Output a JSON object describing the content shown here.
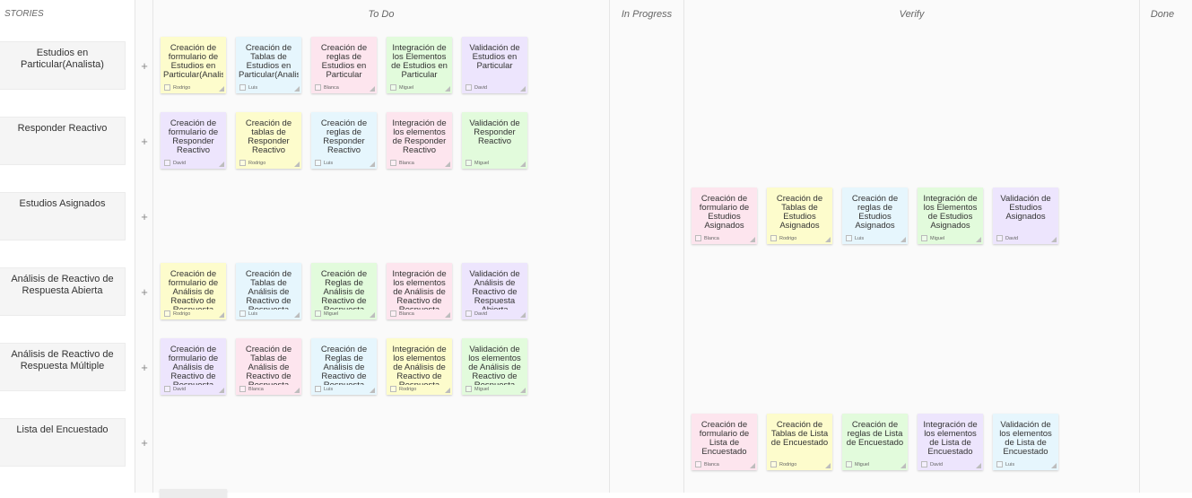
{
  "board": {
    "stories_header": "STORIES",
    "columns": {
      "todo": "To Do",
      "in_progress": "In Progress",
      "verify": "Verify",
      "done": "Done"
    },
    "plus_symbol": "+"
  },
  "colors": {
    "yellow": "#fdfccc",
    "blue": "#e6f6fd",
    "pink": "#fde5ee",
    "green": "#e2fbdc",
    "purple": "#ede5fd"
  },
  "stories": [
    {
      "title": "Estudios en Particular(Analista)",
      "todo": [
        {
          "title": "Creación de formulario de Estudios en Particular(Analista)",
          "owner": "Rodrigo",
          "color": "yellow"
        },
        {
          "title": "Creación de Tablas de Estudios en Particular(Analista)",
          "owner": "Luis",
          "color": "blue"
        },
        {
          "title": "Creación de reglas de Estudios en Particular",
          "owner": "Blanca",
          "color": "pink"
        },
        {
          "title": "Integración de los Elementos de Estudios en Particular",
          "owner": "Miguel",
          "color": "green"
        },
        {
          "title": "Validación de Estudios en Particular",
          "owner": "David",
          "color": "purple"
        }
      ],
      "verify": []
    },
    {
      "title": "Responder Reactivo",
      "todo": [
        {
          "title": "Creación de formulario de Responder Reactivo",
          "owner": "David",
          "color": "purple"
        },
        {
          "title": "Creación de tablas de Responder Reactivo",
          "owner": "Rodrigo",
          "color": "yellow"
        },
        {
          "title": "Creación de reglas de Responder Reactivo",
          "owner": "Luis",
          "color": "blue"
        },
        {
          "title": "Integración de los elementos de Responder Reactivo",
          "owner": "Blanca",
          "color": "pink"
        },
        {
          "title": "Validación de Responder Reactivo",
          "owner": "Miguel",
          "color": "green"
        }
      ],
      "verify": []
    },
    {
      "title": "Estudios Asignados",
      "todo": [],
      "verify": [
        {
          "title": "Creación de formulario de Estudios Asignados",
          "owner": "Blanca",
          "color": "pink"
        },
        {
          "title": "Creación de Tablas de Estudios Asignados",
          "owner": "Rodrigo",
          "color": "yellow"
        },
        {
          "title": "Creación de reglas de Estudios Asignados",
          "owner": "Luis",
          "color": "blue"
        },
        {
          "title": "Integración de los Elementos de Estudios Asignados",
          "owner": "Miguel",
          "color": "green"
        },
        {
          "title": "Validación de Estudios Asignados",
          "owner": "David",
          "color": "purple"
        }
      ]
    },
    {
      "title": "Análisis de Reactivo de Respuesta Abierta",
      "todo": [
        {
          "title": "Creación de formulario de Análisis de Reactivo de Respuesta Abierta",
          "owner": "Rodrigo",
          "color": "yellow"
        },
        {
          "title": "Creación de Tablas de Análisis de Reactivo de Respuesta Abierta",
          "owner": "Luis",
          "color": "blue"
        },
        {
          "title": "Creación de Reglas de Análisis de Reactivo de Respuesta Abierta",
          "owner": "Miguel",
          "color": "green"
        },
        {
          "title": "Integración de los elementos de Análisis de Reactivo de Respuesta Abierta",
          "owner": "Blanca",
          "color": "pink"
        },
        {
          "title": "Validación de Análisis de Reactivo de Respuesta Abierta",
          "owner": "David",
          "color": "purple"
        }
      ],
      "verify": []
    },
    {
      "title": "Análisis de Reactivo de Respuesta Múltiple",
      "todo": [
        {
          "title": "Creación de formulario de Análisis de Reactivo de Respuesta Múltiple",
          "owner": "David",
          "color": "purple"
        },
        {
          "title": "Creación de Tablas de Análisis de Reactivo de Respuesta Múltiple",
          "owner": "Blanca",
          "color": "pink"
        },
        {
          "title": "Creación de Reglas de Análisis de Reactivo de Respuesta Múltiple",
          "owner": "Luis",
          "color": "blue"
        },
        {
          "title": "Integración de los elementos de Análisis de Reactivo de Respuesta Múltiple",
          "owner": "Rodrigo",
          "color": "yellow"
        },
        {
          "title": "Validación de los elementos de Análisis de Reactivo de Respuesta Múltiple",
          "owner": "Miguel",
          "color": "green"
        }
      ],
      "verify": []
    },
    {
      "title": "Lista del Encuestado",
      "todo": [],
      "verify": [
        {
          "title": "Creación de formulario de Lista de Encuestado",
          "owner": "Blanca",
          "color": "pink"
        },
        {
          "title": "Creación de Tablas de Lista de Encuestado",
          "owner": "Rodrigo",
          "color": "yellow"
        },
        {
          "title": "Creación de reglas de Lista de Encuestado",
          "owner": "Miguel",
          "color": "green"
        },
        {
          "title": "Integración de los elementos de Lista de Encuestado",
          "owner": "David",
          "color": "purple"
        },
        {
          "title": "Validación de los elementos de Lista de Encuestado",
          "owner": "Luis",
          "color": "blue"
        }
      ]
    }
  ]
}
